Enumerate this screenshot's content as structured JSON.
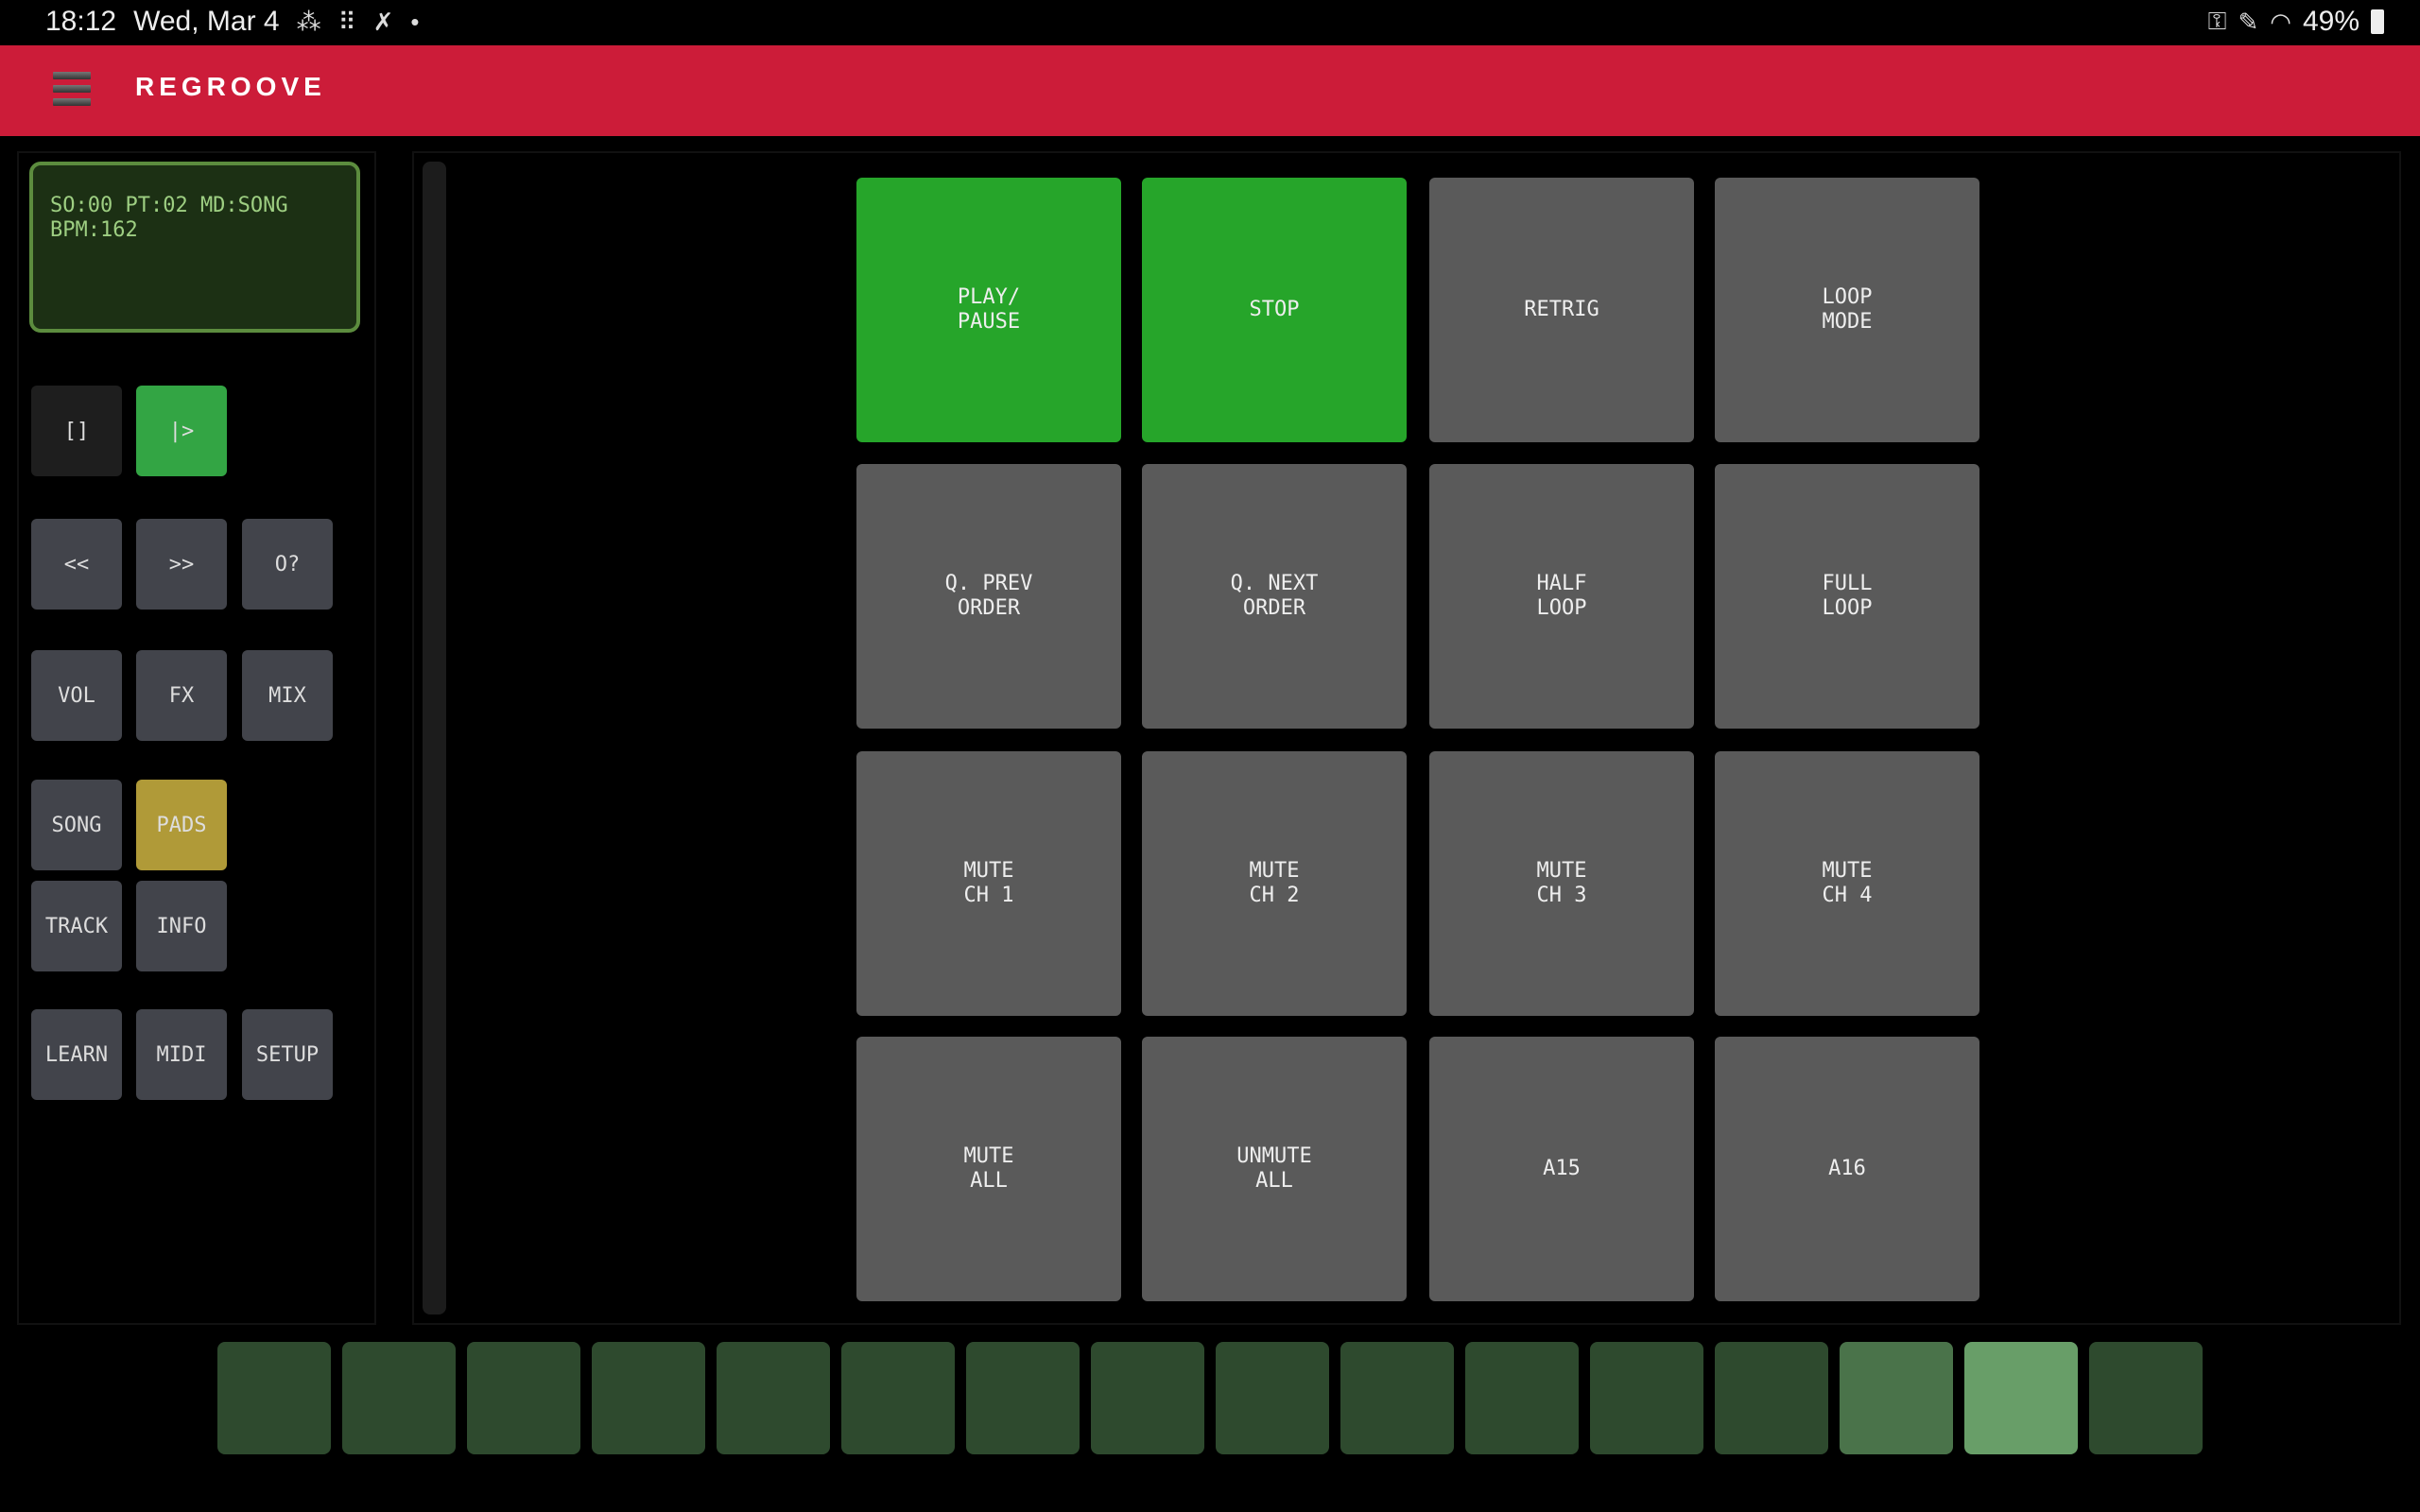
{
  "status_bar": {
    "time": "18:12",
    "date": "Wed, Mar 4",
    "battery": "49%",
    "left_icons": [
      "sparkle-icon",
      "app-grid-icon",
      "pen-off-icon",
      "dot-icon"
    ],
    "right_icons": [
      "vpn-key-icon",
      "pen-icon",
      "wifi-icon",
      "battery-charging-icon"
    ]
  },
  "header": {
    "title": "REGROOVE"
  },
  "display": {
    "line1": "SO:00 PT:02 MD:SONG",
    "line2": "BPM:162"
  },
  "colors": {
    "accent": "#cc1c39",
    "active_green": "#26a52a",
    "pads_yellow": "#b09a38",
    "button": "#42444b",
    "pad": "#5a5a5a"
  },
  "left_buttons": {
    "stop": "[]",
    "play": "|>",
    "prev": "<<",
    "next": ">>",
    "order": "O?",
    "vol": "VOL",
    "fx": "FX",
    "mix": "MIX",
    "song": "SONG",
    "pads": "PADS",
    "track": "TRACK",
    "info": "INFO",
    "learn": "LEARN",
    "midi": "MIDI",
    "setup": "SETUP"
  },
  "pads": [
    {
      "label": "PLAY/\nPAUSE",
      "active": true
    },
    {
      "label": "STOP",
      "active": true
    },
    {
      "label": "RETRIG",
      "active": false
    },
    {
      "label": "LOOP\nMODE",
      "active": false
    },
    {
      "label": "Q. PREV\nORDER",
      "active": false
    },
    {
      "label": "Q. NEXT\nORDER",
      "active": false
    },
    {
      "label": "HALF\nLOOP",
      "active": false
    },
    {
      "label": "FULL\nLOOP",
      "active": false
    },
    {
      "label": "MUTE\nCH 1",
      "active": false
    },
    {
      "label": "MUTE\nCH 2",
      "active": false
    },
    {
      "label": "MUTE\nCH 3",
      "active": false
    },
    {
      "label": "MUTE\nCH 4",
      "active": false
    },
    {
      "label": "MUTE\nALL",
      "active": false
    },
    {
      "label": "UNMUTE\nALL",
      "active": false
    },
    {
      "label": "A15",
      "active": false
    },
    {
      "label": "A16",
      "active": false
    }
  ],
  "steps": {
    "count": 16,
    "levels": [
      0,
      0,
      0,
      0,
      0,
      0,
      0,
      0,
      0,
      0,
      0,
      0,
      0,
      1,
      2,
      0
    ]
  }
}
